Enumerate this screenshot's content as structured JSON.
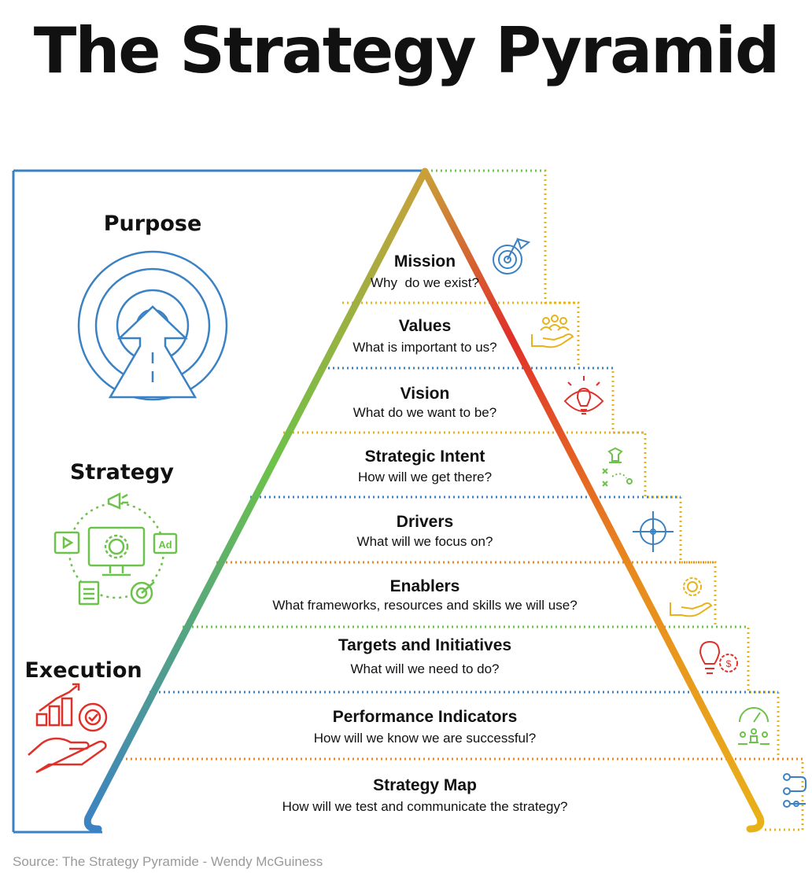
{
  "title": "The Strategy Pyramid",
  "colors": {
    "blue": "#3b82c4",
    "green": "#6cc24a",
    "yellow": "#e8b21a",
    "orange": "#e8891e",
    "red": "#e0302a"
  },
  "sections": [
    {
      "label": "Purpose",
      "icon": "target-road-icon"
    },
    {
      "label": "Strategy",
      "icon": "marketing-cycle-icon"
    },
    {
      "label": "Execution",
      "icon": "growth-hand-icon"
    }
  ],
  "levels": [
    {
      "title": "Mission",
      "subtitle": "Why  do we exist?",
      "icon": "target-flag-icon"
    },
    {
      "title": "Values",
      "subtitle": "What is important to us?",
      "icon": "people-hand-icon"
    },
    {
      "title": "Vision",
      "subtitle": "What do we want to be?",
      "icon": "bulb-eye-icon"
    },
    {
      "title": "Strategic Intent",
      "subtitle": "How will we get there?",
      "icon": "chess-plan-icon"
    },
    {
      "title": "Drivers",
      "subtitle": "What will we focus on?",
      "icon": "crosshair-icon"
    },
    {
      "title": "Enablers",
      "subtitle": "What frameworks, resources and skills we will use?",
      "icon": "gear-hand-icon"
    },
    {
      "title": "Targets and Initiatives",
      "subtitle": "What will we need to do?",
      "icon": "bulb-gear-icon"
    },
    {
      "title": "Performance Indicators",
      "subtitle": "How will we know we are successful?",
      "icon": "gauge-people-icon"
    },
    {
      "title": "Strategy Map",
      "subtitle": "How will we test and communicate the strategy?",
      "icon": "flow-map-icon"
    }
  ],
  "source": "Source: The Strategy Pyramide - Wendy McGuiness"
}
